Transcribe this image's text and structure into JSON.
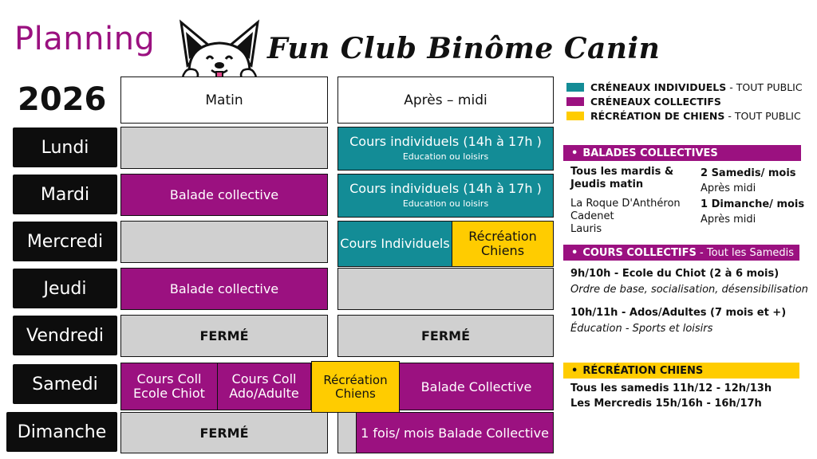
{
  "header": {
    "planning": "Planning",
    "year": "2026",
    "brand": "Fun Club Binôme Canin"
  },
  "columns": {
    "morning": "Matin",
    "afternoon": "Après – midi"
  },
  "days": {
    "lundi": "Lundi",
    "mardi": "Mardi",
    "mercredi": "Mercredi",
    "jeudi": "Jeudi",
    "vendredi": "Vendredi",
    "samedi": "Samedi",
    "dimanche": "Dimanche"
  },
  "schedule": {
    "lundi_pm": {
      "title": "Cours individuels (14h à 17h )",
      "sub": "Education ou loisirs"
    },
    "mardi_am": "Balade collective",
    "mardi_pm": {
      "title": "Cours individuels (14h à 17h )",
      "sub": "Education ou loisirs"
    },
    "mercredi_pm_a": "Cours Individuels",
    "mercredi_pm_b": "Récréation Chiens",
    "jeudi_am": "Balade collective",
    "vendredi_am": "FERMÉ",
    "vendredi_pm": "FERMÉ",
    "samedi_a": "Cours Coll Ecole Chiot",
    "samedi_b": "Cours Coll Ado/Adulte",
    "samedi_c": "Récréation Chiens",
    "samedi_d": "Balade Collective",
    "dimanche_am": "FERMÉ",
    "dimanche_pm": "1 fois/ mois Balade Collective"
  },
  "legend": [
    {
      "label": "CRÉNEAUX INDIVIDUELS",
      "suffix": " - TOUT PUBLIC",
      "color": "#138c96"
    },
    {
      "label": "CRÉNEAUX COLLECTIFS",
      "suffix": "",
      "color": "#9b1180"
    },
    {
      "label": "RÉCRÉATION DE CHIENS",
      "suffix": " - TOUT PUBLIC",
      "color": "#ffcc00"
    }
  ],
  "balades": {
    "title": "BALADES COLLECTIVES",
    "left_title": "Tous les mardis & Jeudis matin",
    "places": [
      "La Roque D'Anthéron",
      "Cadenet",
      "Lauris"
    ],
    "right1_title": "2 Samedis/ mois",
    "right1_sub": "Après midi",
    "right2_title": "1 Dimanche/ mois",
    "right2_sub": "Après midi"
  },
  "cours": {
    "title": "COURS COLLECTIFS",
    "suffix": " - Tout les Samedis",
    "item1_title": "9h/10h - Ecole du Chiot (2 à 6 mois)",
    "item1_sub": "Ordre de base, socialisation, désensibilisation",
    "item2_title": "10h/11h - Ados/Adultes (7 mois et +)",
    "item2_sub": "Éducation - Sports et loisirs"
  },
  "recreation": {
    "title": "RÉCRÉATION CHIENS",
    "line1": "Tous les samedis 11h/12 - 12h/13h",
    "line2": "Les Mercredis 15h/16h - 16h/17h"
  },
  "icons": {
    "logo": "dog-face-icon",
    "bullet": "bullet-icon"
  }
}
